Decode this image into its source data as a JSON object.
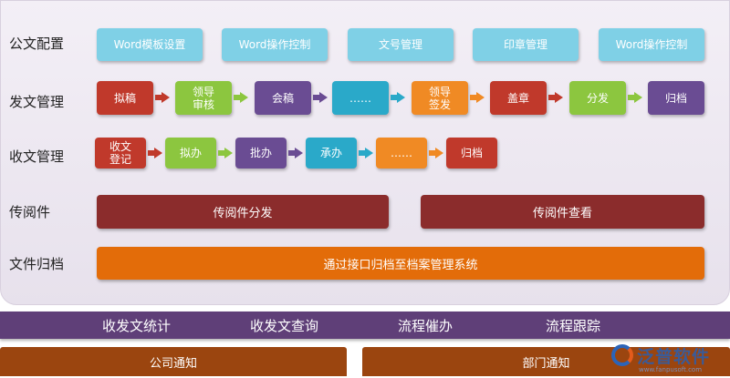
{
  "rows": {
    "config": "公文配置",
    "send": "发文管理",
    "receive": "收文管理",
    "circulate": "传阅件",
    "archive": "文件归档"
  },
  "config_items": [
    "Word模板设置",
    "Word操作控制",
    "文号管理",
    "印章管理",
    "Word操作控制"
  ],
  "send_steps": [
    "拟稿",
    "领导\n审核",
    "会稿",
    "……",
    "领导\n签发",
    "盖章",
    "分发",
    "归档"
  ],
  "receive_steps": [
    "收文\n登记",
    "拟办",
    "批办",
    "承办",
    "……",
    "归档"
  ],
  "circulate_items": [
    "传阅件分发",
    "传阅件查看"
  ],
  "archive_item": "通过接口归档至档案管理系统",
  "stats_items": [
    "收发文统计",
    "收发文查询",
    "流程催办",
    "流程跟踪"
  ],
  "notices": [
    "公司通知",
    "部门通知"
  ],
  "logo": {
    "text": "泛普软件",
    "sub": "www.fanpusoft.com"
  },
  "colors": {
    "cyan": "#7fd0e6",
    "red": "#c0392b",
    "green": "#8cc63f",
    "purple": "#6a4c93",
    "teal": "#2aa9c9",
    "orange": "#f08a24",
    "dark_red": "#8b2c2c",
    "archive_orange": "#e36c09",
    "stats_purple": "#5f3f78",
    "notice_brown": "#9b450f"
  }
}
